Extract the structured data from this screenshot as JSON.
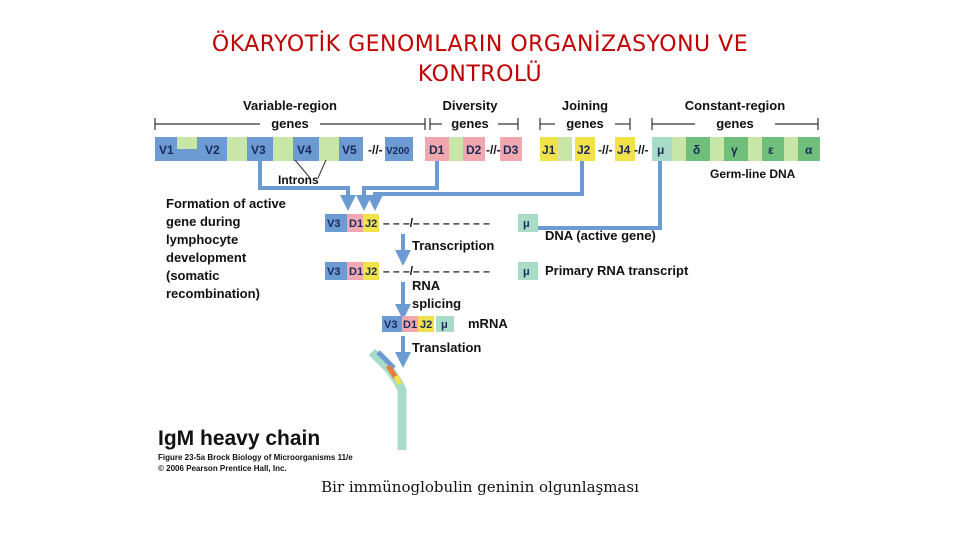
{
  "title": {
    "line1": "ÖKARYOTİK GENOMLARIN ORGANİZASYONU VE",
    "line2": "KONTROLÜ"
  },
  "diagram": {
    "regions": {
      "variable": {
        "line1": "Variable-region",
        "line2": "genes"
      },
      "diversity": {
        "line1": "Diversity",
        "line2": "genes"
      },
      "joining": {
        "line1": "Joining",
        "line2": "genes"
      },
      "constant": {
        "line1": "Constant-region",
        "line2": "genes"
      }
    },
    "germline_segments": [
      "V1",
      "V2",
      "V3",
      "V4",
      "V5",
      "V200",
      "D1",
      "D2",
      "D3",
      "J1",
      "J2",
      "J4",
      "μ",
      "δ",
      "γ",
      "ε",
      "α"
    ],
    "labels": {
      "introns": "Introns",
      "germline_dna": "Germ-line DNA",
      "formation": [
        "Formation of active",
        "gene during",
        "lymphocyte",
        "development",
        "(somatic",
        "recombination)"
      ],
      "transcription": "Transcription",
      "dna_active": "DNA (active gene)",
      "primary_rna": "Primary RNA transcript",
      "rna_splicing": [
        "RNA",
        "splicing"
      ],
      "mrna": "mRNA",
      "translation": "Translation",
      "igm": "IgM heavy chain",
      "credit": [
        "Figure 23-5a Brock Biology of Microorganisms 11/e",
        "© 2006 Pearson Prentice Hall, Inc."
      ]
    },
    "colors": {
      "v_blue": "#6b9bd2",
      "d_pink": "#f2a7ae",
      "j_yellow": "#f2e24a",
      "c_green": "#6fbf7a",
      "light_green": "#c8e6a8",
      "mu_teal": "#a8dcc8",
      "arrow_blue": "#6b9bd2"
    }
  },
  "caption": "Bir immünoglobulin geninin olgunlaşması"
}
